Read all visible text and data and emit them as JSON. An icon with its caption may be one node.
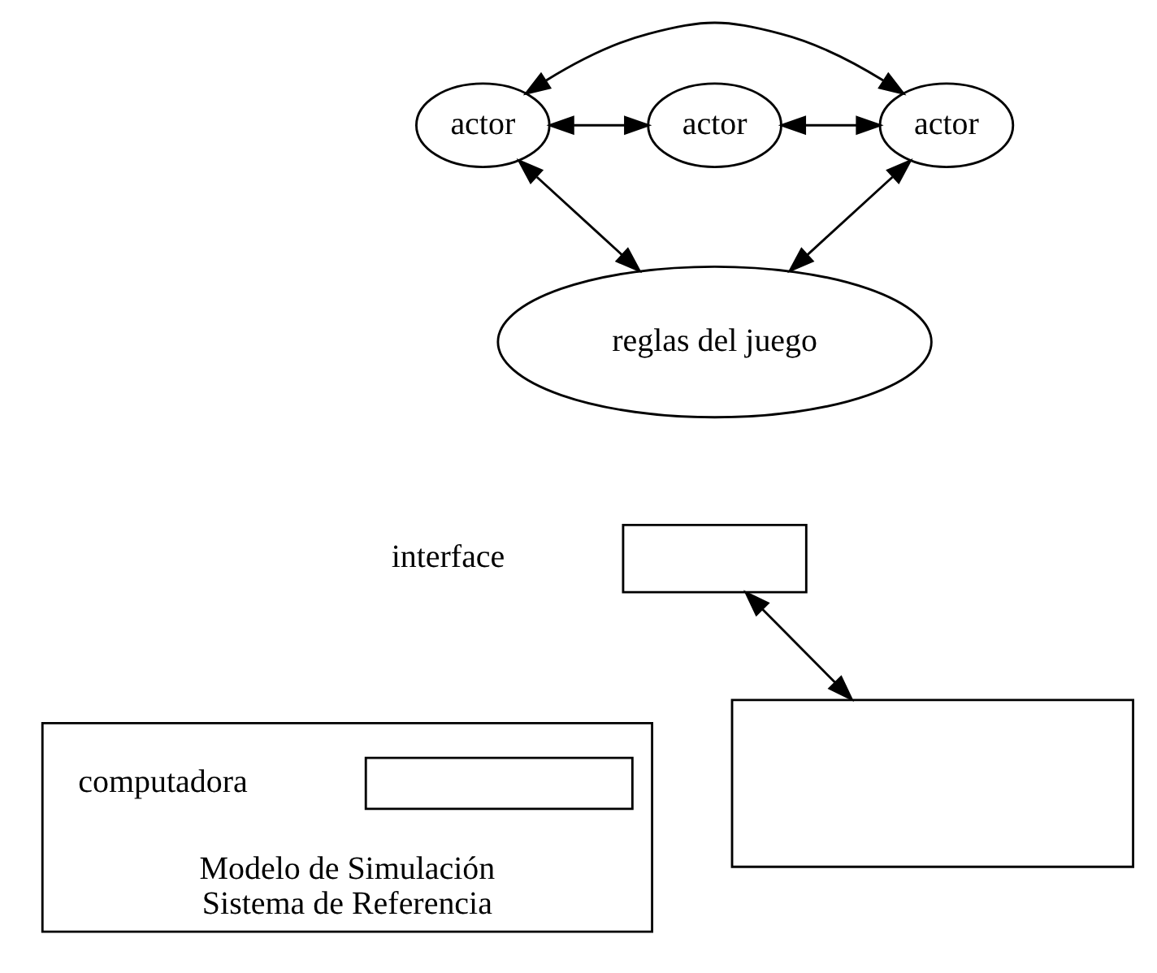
{
  "diagram": {
    "nodes": [
      {
        "text": [
          "actor"
        ]
      },
      {
        "text": [
          "actor"
        ]
      },
      {
        "text": [
          "actor"
        ]
      },
      {
        "text": [
          "reglas del juego"
        ]
      },
      {
        "text": [],
        "shape": "box",
        "beside": [
          "interface"
        ]
      },
      {
        "text": [
          "Modelo de Simulación",
          "Sistema de Referencia"
        ]
      },
      {
        "text": [],
        "shape": "box",
        "beside": [
          "computadora"
        ],
        "in": 5
      },
      {
        "text": [],
        "shape": "box"
      }
    ],
    "edges": [
      {
        "from": 0,
        "to": 1,
        "arrow": "both"
      },
      {
        "from": 1,
        "to": 2,
        "arrow": "both"
      },
      {
        "from": 0,
        "to": 2,
        "arrow": "both"
      },
      {
        "from": 0,
        "to": 3,
        "arrow": "both"
      },
      {
        "from": 2,
        "to": 3,
        "arrow": "both"
      },
      {
        "from": 4,
        "to": 7,
        "arrow": "both"
      }
    ]
  }
}
